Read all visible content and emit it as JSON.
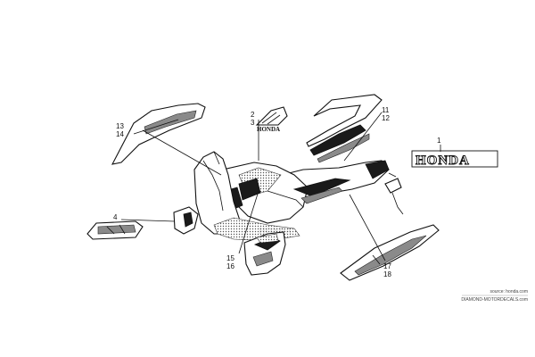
{
  "callouts": {
    "c1": "1",
    "c2": "2",
    "c3": "3",
    "c4": "4",
    "c11": "11",
    "c12": "12",
    "c13": "13",
    "c14": "14",
    "c15": "15",
    "c16": "16",
    "c17": "17",
    "c18": "18"
  },
  "logos": {
    "honda_large": "HONDA",
    "honda_wing": "HONDA",
    "honda_body": "HONDA"
  },
  "footer": {
    "source": "source: honda.com",
    "site": "DIAMOND-MOTORDECALS.com"
  }
}
